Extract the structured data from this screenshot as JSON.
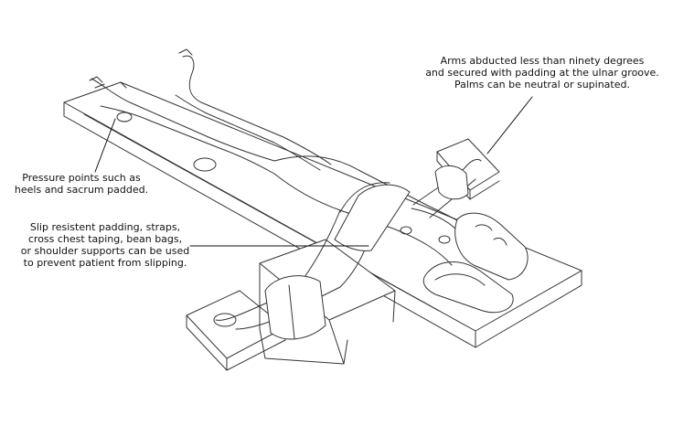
{
  "annotations": {
    "arms": {
      "lines": [
        "Arms abducted less than ninety degrees",
        "and secured with padding at the ulnar groove.",
        "Palms can be neutral or supinated."
      ]
    },
    "pressure": {
      "lines": [
        "Pressure points such as",
        "heels and sacrum padded."
      ]
    },
    "slip": {
      "lines": [
        "Slip resistent padding, straps,",
        "cross chest taping, bean bags,",
        "or shoulder supports can be used",
        "to prevent patient from slipping."
      ]
    }
  },
  "colors": {
    "line": "#333333",
    "background": "#ffffff"
  }
}
